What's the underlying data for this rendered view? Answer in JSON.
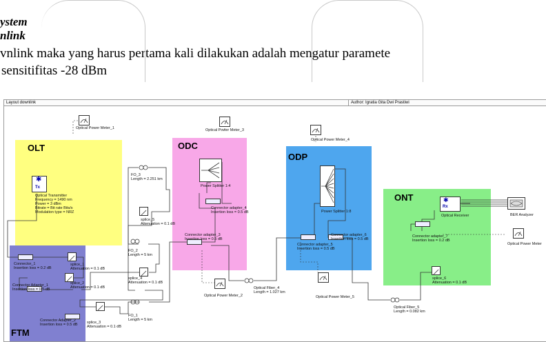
{
  "document": {
    "line1": "ystem",
    "line2": "nlink",
    "line3": "vnlink maka yang harus pertama kali dilakukan adalah  mengatur paramete",
    "line4": "sensitifitas -28 dBm"
  },
  "canvas": {
    "layout_title": "Layout downlink",
    "author": "Author: Igratia Gita Dwi Prastiwi"
  },
  "colors": {
    "olt": "#ffff80",
    "odc": "#f8a8e8",
    "odp": "#4ea6ee",
    "ont": "#88ee88",
    "ftm": "#8080d0"
  },
  "blocks": {
    "olt": "OLT",
    "odc": "ODC",
    "odp": "ODP",
    "ont": "ONT",
    "ftm": "FTM"
  },
  "components": {
    "meter1": "Optical Power Meter_1",
    "meter2": "Optical Power Meter_2",
    "meter3": "Optical Power Meter_3",
    "meter4": "Optical Power Meter_4",
    "meter5": "Optical Power Meter_5",
    "meter_ont": "Optical Power Meter",
    "tx_icon": "Tx",
    "tx_name": "Optical Transmitter",
    "tx_freq": "Frequency = 1490 nm",
    "tx_power": "Power = 3 dBm",
    "tx_bitrate": "Bitrate = Bit rate Bits/s",
    "tx_mod": "Modulation type = NRZ",
    "fo3": "FO_3",
    "fo3_len": "Length = 2.251 km",
    "splice5": "splice_5",
    "splice5_att": "Attenuation = 0.1 dB",
    "conn1": "Connector_1",
    "conn1_loss": "Insertion loss = 0.2 dB",
    "splice1": "splice_1",
    "splice1_att": "Attenuation = 0.1 dB",
    "ca1": "Connector Adapter_1",
    "ca1_loss": "Insertion loss = 0.5 dB",
    "splice2": "splice_2",
    "splice2_att": "Attenuation = 0.1 dB",
    "fo2": "FO_2",
    "fo2_len": "Length = 5 km",
    "splice4": "splice_4",
    "splice4_att": "Attenuation = 0.1 dB",
    "fo1": "FO_1",
    "fo1_len": "Length = 5 km",
    "splice3": "splice_3",
    "splice3_att": "Attenuation = 0.1 dB",
    "ca2": "Connector Adapter_2",
    "ca2_loss": "Insertion loss = 0.5 dB",
    "ps1": "Power Splitter 1:4",
    "ca4": "Connector adapter_4",
    "ca4_loss": "Insertion loss = 0.5 dB",
    "ca3": "Connector adapter_3",
    "ca3_loss": "Insertion loss = 0.5 dB",
    "of4": "Optical Fiber_4",
    "of4_len": "Length = 1.027 km",
    "ps2": "Power Splitter 1:8",
    "ca5": "Connector adapter_5",
    "ca5_loss": "Insertion loss = 0.5 dB",
    "ca6": "Connector adapter_6",
    "ca6_loss": "Insertion loss = 0.5 dB",
    "of5": "Optical Fiber_5",
    "of5_len": "Length = 0.082 km",
    "rx_icon": "Rx",
    "rx_name": "Optical Receiver",
    "ca7": "Connector adapter_7",
    "ca7_loss": "Insertion loss = 0.2 dB",
    "splice6": "splice_6",
    "splice6_att": "Attenuation = 0.1 dB",
    "ber": "BER Analyzer"
  }
}
